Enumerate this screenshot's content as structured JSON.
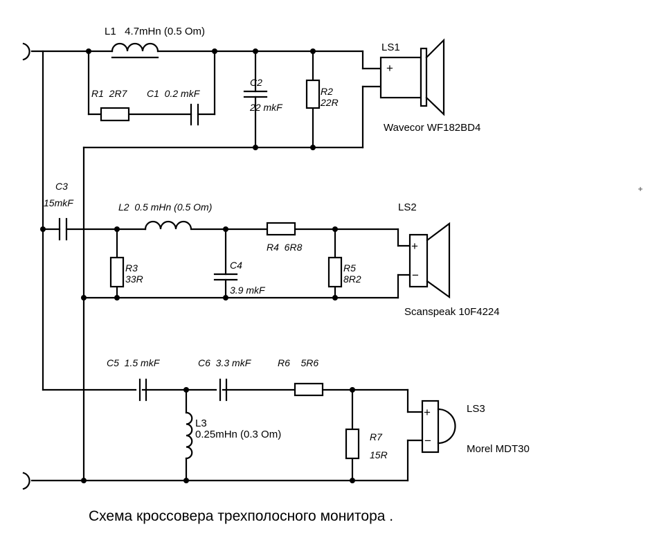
{
  "diagram": {
    "type": "electrical-schematic",
    "caption": "Схема кроссовера трехполосного монитора .",
    "components": {
      "L1": {
        "ref": "L1",
        "value": "4.7mHn (0.5 Om)"
      },
      "R1": {
        "ref": "R1",
        "value": "2R7"
      },
      "C1": {
        "ref": "C1",
        "value": "0.2 mkF"
      },
      "C2": {
        "ref": "C2",
        "value": "22 mkF"
      },
      "R2": {
        "ref": "R2",
        "value": "22R"
      },
      "C3": {
        "ref": "C3",
        "value": "15mkF"
      },
      "L2": {
        "ref": "L2",
        "value": "0.5 mHn (0.5 Om)"
      },
      "R3": {
        "ref": "R3",
        "value": "33R"
      },
      "C4": {
        "ref": "C4",
        "value": "3.9 mkF"
      },
      "R4": {
        "ref": "R4",
        "value": "6R8"
      },
      "R5": {
        "ref": "R5",
        "value": "8R2"
      },
      "C5": {
        "ref": "C5",
        "value": "1.5 mkF"
      },
      "C6": {
        "ref": "C6",
        "value": "3.3 mkF"
      },
      "R6": {
        "ref": "R6",
        "value": "5R6"
      },
      "L3": {
        "ref": "L3",
        "value": "0.25mHn (0.3 Om)"
      },
      "R7": {
        "ref": "R7",
        "value": "15R"
      }
    },
    "speakers": {
      "LS1": {
        "ref": "LS1",
        "model": "Wavecor WF182BD4",
        "plus": "+"
      },
      "LS2": {
        "ref": "LS2",
        "model": "Scanspeak 10F4224",
        "plus": "+",
        "minus": "−"
      },
      "LS3": {
        "ref": "LS3",
        "model": "Morel MDT30",
        "plus": "+",
        "minus": "−"
      }
    },
    "labels": {
      "L1_full": "L1   4.7mHn (0.5 Om)",
      "R1_full": "R1  2R7",
      "C1_full": "C1  0.2 mkF",
      "L2_full": "L2  0.5 mHn (0.5 Om)",
      "R4_full": "R4  6R8",
      "C5_full": "C5  1.5 mkF",
      "C6_full": "C6  3.3 mkF",
      "R6_full": "R6    5R6"
    }
  }
}
